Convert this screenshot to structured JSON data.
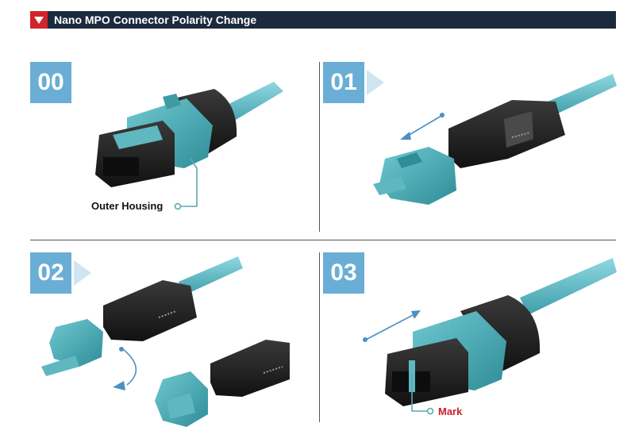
{
  "header": {
    "title": "Nano MPO Connector Polarity Change"
  },
  "steps": [
    {
      "number": "00"
    },
    {
      "number": "01"
    },
    {
      "number": "02"
    },
    {
      "number": "03"
    }
  ],
  "labels": {
    "outer_housing": "Outer Housing",
    "mark": "Mark"
  },
  "colors": {
    "header_bg": "#1c2a3e",
    "header_marker": "#d2232a",
    "badge": "#6aaed6",
    "cable": "#6cc3cf",
    "housing": "#48a9b3",
    "connector_body": "#1e1e1e",
    "mark_label": "#c8202a",
    "arrow": "#4d8fc0"
  }
}
